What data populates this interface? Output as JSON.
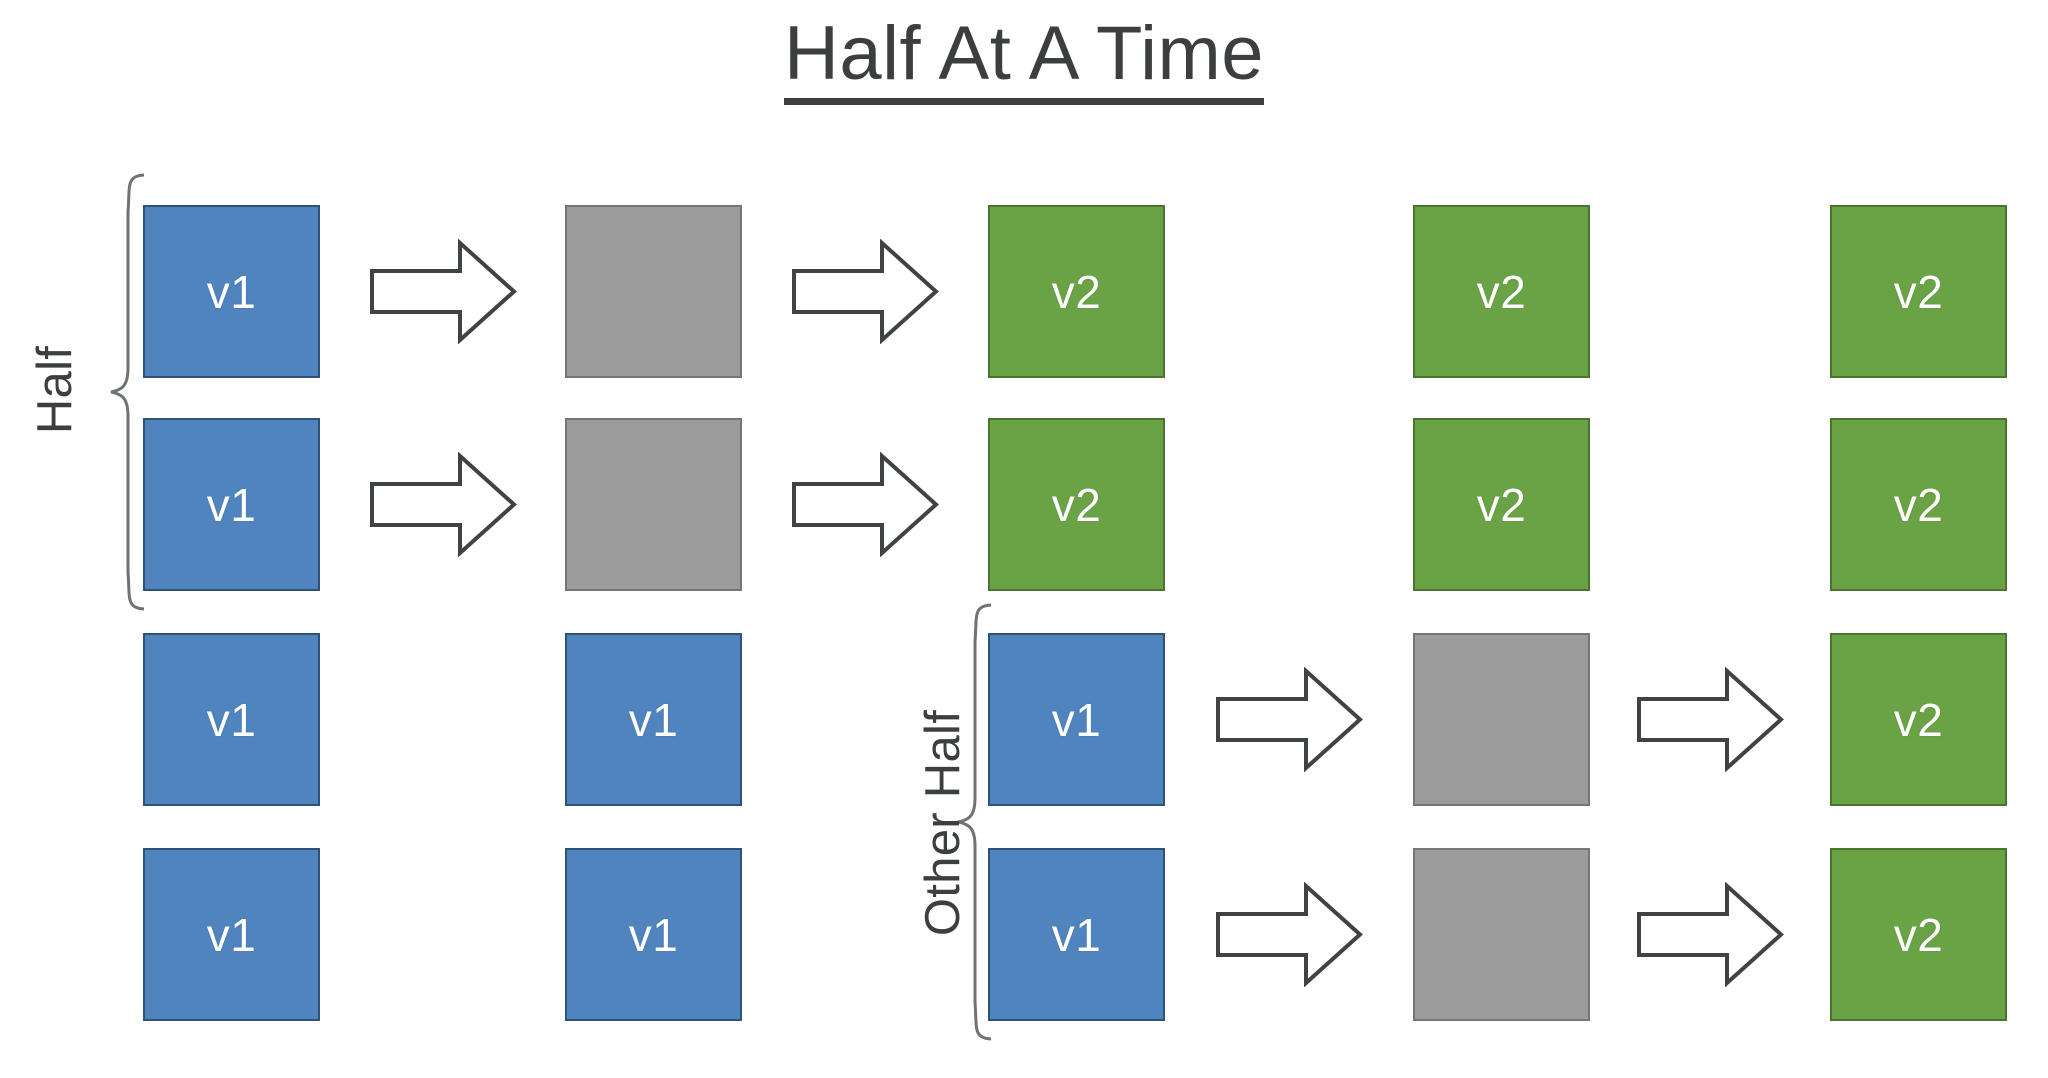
{
  "title": {
    "text": "Half At A Time",
    "color": "#3b403d"
  },
  "colors": {
    "v1_fill": "#5084bf",
    "v1_border": "#2f5277",
    "v2_fill": "#6aa346",
    "v2_border": "#4b7430",
    "pending_fill": "#9c9c9c",
    "pending_border": "#767676",
    "arrow_stroke": "#3f4443",
    "arrow_fill": "#ffffff",
    "brace_stroke": "#6f7372",
    "text_dark": "#3b403d",
    "label_on_box": "#ffffff"
  },
  "groups": [
    {
      "id": "half",
      "label": "Half",
      "rows": [
        0,
        1
      ]
    },
    {
      "id": "other-half",
      "label": "Other Half",
      "rows": [
        2,
        3
      ]
    }
  ],
  "grid": {
    "columns": 5,
    "rows": 4,
    "cell_labels": {
      "blue": "v1",
      "green": "v2",
      "gray": ""
    }
  },
  "rows": [
    {
      "index": 0,
      "group": "half",
      "cells": [
        {
          "col": 1,
          "state": "blue",
          "label": "v1"
        },
        {
          "col": 2,
          "state": "gray",
          "label": ""
        },
        {
          "col": 3,
          "state": "green",
          "label": "v2"
        },
        {
          "col": 4,
          "state": "green",
          "label": "v2"
        },
        {
          "col": 5,
          "state": "green",
          "label": "v2"
        }
      ],
      "arrows": [
        {
          "after_col": 1
        },
        {
          "after_col": 2
        }
      ]
    },
    {
      "index": 1,
      "group": "half",
      "cells": [
        {
          "col": 1,
          "state": "blue",
          "label": "v1"
        },
        {
          "col": 2,
          "state": "gray",
          "label": ""
        },
        {
          "col": 3,
          "state": "green",
          "label": "v2"
        },
        {
          "col": 4,
          "state": "green",
          "label": "v2"
        },
        {
          "col": 5,
          "state": "green",
          "label": "v2"
        }
      ],
      "arrows": [
        {
          "after_col": 1
        },
        {
          "after_col": 2
        }
      ]
    },
    {
      "index": 2,
      "group": "other-half",
      "cells": [
        {
          "col": 1,
          "state": "blue",
          "label": "v1"
        },
        {
          "col": 2,
          "state": "blue",
          "label": "v1"
        },
        {
          "col": 3,
          "state": "blue",
          "label": "v1"
        },
        {
          "col": 4,
          "state": "gray",
          "label": ""
        },
        {
          "col": 5,
          "state": "green",
          "label": "v2"
        }
      ],
      "arrows": [
        {
          "after_col": 3
        },
        {
          "after_col": 4
        }
      ]
    },
    {
      "index": 3,
      "group": "other-half",
      "cells": [
        {
          "col": 1,
          "state": "blue",
          "label": "v1"
        },
        {
          "col": 2,
          "state": "blue",
          "label": "v1"
        },
        {
          "col": 3,
          "state": "blue",
          "label": "v1"
        },
        {
          "col": 4,
          "state": "gray",
          "label": ""
        },
        {
          "col": 5,
          "state": "green",
          "label": "v2"
        }
      ],
      "arrows": [
        {
          "after_col": 3
        },
        {
          "after_col": 4
        }
      ]
    }
  ],
  "labels": {
    "half": "Half",
    "other_half": "Other Half",
    "v1": "v1",
    "v2": "v2"
  }
}
